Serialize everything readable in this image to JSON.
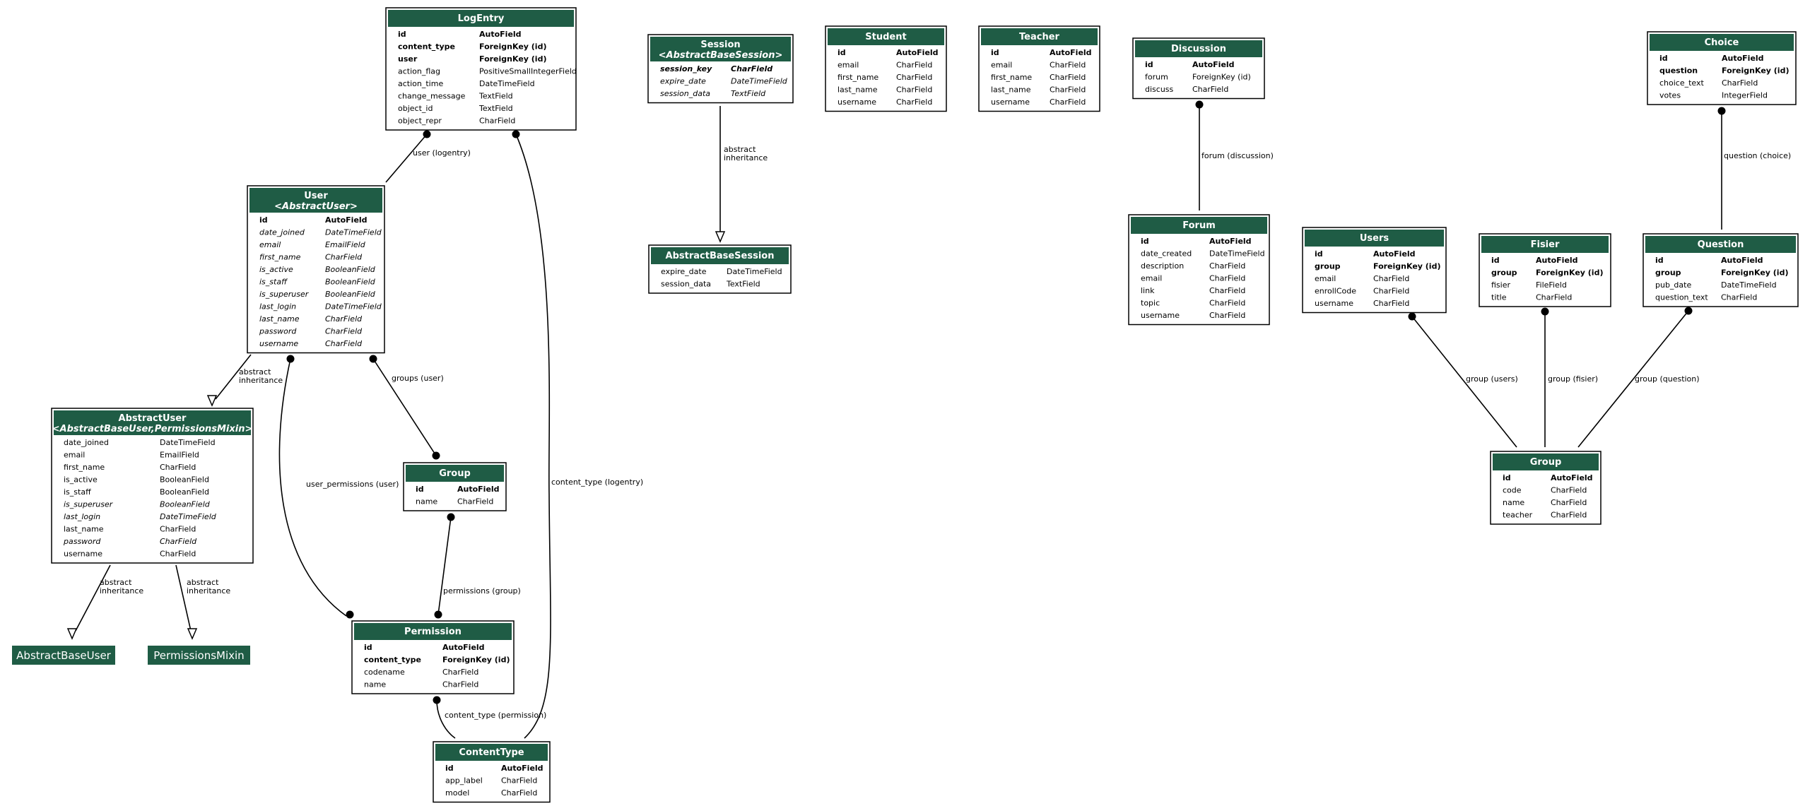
{
  "colors": {
    "header": "#1f5c45",
    "text_dim": "#7f7f7f"
  },
  "models": [
    {
      "key": "logentry",
      "title": "LogEntry",
      "fields": [
        {
          "n": "id",
          "t": "AutoField",
          "s": "b"
        },
        {
          "n": "content_type",
          "t": "ForeignKey (id)",
          "s": "bd"
        },
        {
          "n": "user",
          "t": "ForeignKey (id)",
          "s": "b"
        },
        {
          "n": "action_flag",
          "t": "PositiveSmallIntegerField",
          "s": ""
        },
        {
          "n": "action_time",
          "t": "DateTimeField",
          "s": ""
        },
        {
          "n": "change_message",
          "t": "TextField",
          "s": "d"
        },
        {
          "n": "object_id",
          "t": "TextField",
          "s": "d"
        },
        {
          "n": "object_repr",
          "t": "CharField",
          "s": ""
        }
      ]
    },
    {
      "key": "session",
      "title": "Session",
      "subtitle": "<AbstractBaseSession>",
      "fields": [
        {
          "n": "session_key",
          "t": "CharField",
          "s": "bi"
        },
        {
          "n": "expire_date",
          "t": "DateTimeField",
          "s": "i"
        },
        {
          "n": "session_data",
          "t": "TextField",
          "s": "i"
        }
      ]
    },
    {
      "key": "abstractbasesession",
      "title": "AbstractBaseSession",
      "fields": [
        {
          "n": "expire_date",
          "t": "DateTimeField",
          "s": ""
        },
        {
          "n": "session_data",
          "t": "TextField",
          "s": ""
        }
      ]
    },
    {
      "key": "student",
      "title": "Student",
      "fields": [
        {
          "n": "id",
          "t": "AutoField",
          "s": "b"
        },
        {
          "n": "email",
          "t": "CharField",
          "s": ""
        },
        {
          "n": "first_name",
          "t": "CharField",
          "s": ""
        },
        {
          "n": "last_name",
          "t": "CharField",
          "s": ""
        },
        {
          "n": "username",
          "t": "CharField",
          "s": ""
        }
      ]
    },
    {
      "key": "teacher",
      "title": "Teacher",
      "fields": [
        {
          "n": "id",
          "t": "AutoField",
          "s": "b"
        },
        {
          "n": "email",
          "t": "CharField",
          "s": ""
        },
        {
          "n": "first_name",
          "t": "CharField",
          "s": ""
        },
        {
          "n": "last_name",
          "t": "CharField",
          "s": ""
        },
        {
          "n": "username",
          "t": "CharField",
          "s": ""
        }
      ]
    },
    {
      "key": "discussion",
      "title": "Discussion",
      "fields": [
        {
          "n": "id",
          "t": "AutoField",
          "s": "b"
        },
        {
          "n": "forum",
          "t": "ForeignKey (id)",
          "s": "d"
        },
        {
          "n": "discuss",
          "t": "CharField",
          "s": ""
        }
      ]
    },
    {
      "key": "choice",
      "title": "Choice",
      "fields": [
        {
          "n": "id",
          "t": "AutoField",
          "s": "b"
        },
        {
          "n": "question",
          "t": "ForeignKey (id)",
          "s": "b"
        },
        {
          "n": "choice_text",
          "t": "CharField",
          "s": ""
        },
        {
          "n": "votes",
          "t": "IntegerField",
          "s": ""
        }
      ]
    },
    {
      "key": "user",
      "title": "User",
      "subtitle": "<AbstractUser>",
      "fields": [
        {
          "n": "id",
          "t": "AutoField",
          "s": "b"
        },
        {
          "n": "date_joined",
          "t": "DateTimeField",
          "s": "i"
        },
        {
          "n": "email",
          "t": "EmailField",
          "s": "di"
        },
        {
          "n": "first_name",
          "t": "CharField",
          "s": "di"
        },
        {
          "n": "is_active",
          "t": "BooleanField",
          "s": "i"
        },
        {
          "n": "is_staff",
          "t": "BooleanField",
          "s": "i"
        },
        {
          "n": "is_superuser",
          "t": "BooleanField",
          "s": "i"
        },
        {
          "n": "last_login",
          "t": "DateTimeField",
          "s": "di"
        },
        {
          "n": "last_name",
          "t": "CharField",
          "s": "di"
        },
        {
          "n": "password",
          "t": "CharField",
          "s": "i"
        },
        {
          "n": "username",
          "t": "CharField",
          "s": "i"
        }
      ]
    },
    {
      "key": "forum",
      "title": "Forum",
      "fields": [
        {
          "n": "id",
          "t": "AutoField",
          "s": "b"
        },
        {
          "n": "date_created",
          "t": "DateTimeField",
          "s": "d"
        },
        {
          "n": "description",
          "t": "CharField",
          "s": "d"
        },
        {
          "n": "email",
          "t": "CharField",
          "s": ""
        },
        {
          "n": "link",
          "t": "CharField",
          "s": ""
        },
        {
          "n": "topic",
          "t": "CharField",
          "s": ""
        },
        {
          "n": "username",
          "t": "CharField",
          "s": ""
        }
      ]
    },
    {
      "key": "users",
      "title": "Users",
      "fields": [
        {
          "n": "id",
          "t": "AutoField",
          "s": "b"
        },
        {
          "n": "group",
          "t": "ForeignKey (id)",
          "s": "bd"
        },
        {
          "n": "email",
          "t": "CharField",
          "s": ""
        },
        {
          "n": "enrollCode",
          "t": "CharField",
          "s": ""
        },
        {
          "n": "username",
          "t": "CharField",
          "s": ""
        }
      ]
    },
    {
      "key": "fisier",
      "title": "Fisier",
      "fields": [
        {
          "n": "id",
          "t": "AutoField",
          "s": "b"
        },
        {
          "n": "group",
          "t": "ForeignKey (id)",
          "s": "bd"
        },
        {
          "n": "fisier",
          "t": "FileField",
          "s": ""
        },
        {
          "n": "title",
          "t": "CharField",
          "s": "d"
        }
      ]
    },
    {
      "key": "question",
      "title": "Question",
      "fields": [
        {
          "n": "id",
          "t": "AutoField",
          "s": "b"
        },
        {
          "n": "group",
          "t": "ForeignKey (id)",
          "s": "bd"
        },
        {
          "n": "pub_date",
          "t": "DateTimeField",
          "s": ""
        },
        {
          "n": "question_text",
          "t": "CharField",
          "s": ""
        }
      ]
    },
    {
      "key": "abstractuser",
      "title": "AbstractUser",
      "subtitle": "<AbstractBaseUser,PermissionsMixin>",
      "fields": [
        {
          "n": "date_joined",
          "t": "DateTimeField",
          "s": ""
        },
        {
          "n": "email",
          "t": "EmailField",
          "s": "d"
        },
        {
          "n": "first_name",
          "t": "CharField",
          "s": "d"
        },
        {
          "n": "is_active",
          "t": "BooleanField",
          "s": ""
        },
        {
          "n": "is_staff",
          "t": "BooleanField",
          "s": ""
        },
        {
          "n": "is_superuser",
          "t": "BooleanField",
          "s": "i"
        },
        {
          "n": "last_login",
          "t": "DateTimeField",
          "s": "di"
        },
        {
          "n": "last_name",
          "t": "CharField",
          "s": "d"
        },
        {
          "n": "password",
          "t": "CharField",
          "s": "i"
        },
        {
          "n": "username",
          "t": "CharField",
          "s": ""
        }
      ]
    },
    {
      "key": "group_auth",
      "title": "Group",
      "fields": [
        {
          "n": "id",
          "t": "AutoField",
          "s": "b"
        },
        {
          "n": "name",
          "t": "CharField",
          "s": ""
        }
      ]
    },
    {
      "key": "group_app",
      "title": "Group",
      "fields": [
        {
          "n": "id",
          "t": "AutoField",
          "s": "b"
        },
        {
          "n": "code",
          "t": "CharField",
          "s": ""
        },
        {
          "n": "name",
          "t": "CharField",
          "s": ""
        },
        {
          "n": "teacher",
          "t": "CharField",
          "s": ""
        }
      ]
    },
    {
      "key": "permission",
      "title": "Permission",
      "fields": [
        {
          "n": "id",
          "t": "AutoField",
          "s": "b"
        },
        {
          "n": "content_type",
          "t": "ForeignKey (id)",
          "s": "b"
        },
        {
          "n": "codename",
          "t": "CharField",
          "s": ""
        },
        {
          "n": "name",
          "t": "CharField",
          "s": ""
        }
      ]
    },
    {
      "key": "contenttype",
      "title": "ContentType",
      "fields": [
        {
          "n": "id",
          "t": "AutoField",
          "s": "b"
        },
        {
          "n": "app_label",
          "t": "CharField",
          "s": ""
        },
        {
          "n": "model",
          "t": "CharField",
          "s": ""
        }
      ]
    }
  ],
  "standalone": [
    {
      "key": "abstractbaseuser",
      "title": "AbstractBaseUser"
    },
    {
      "key": "permissionsmixin",
      "title": "PermissionsMixin"
    }
  ],
  "edges": [
    {
      "key": "user_logentry",
      "label": "user (logentry)"
    },
    {
      "key": "contenttype_logentry",
      "label": "content_type (logentry)"
    },
    {
      "key": "session_inherit",
      "label": [
        "abstract",
        "inheritance"
      ]
    },
    {
      "key": "user_inherit",
      "label": [
        "abstract",
        "inheritance"
      ]
    },
    {
      "key": "abstractuser_inherit_base",
      "label": [
        "abstract",
        "inheritance"
      ]
    },
    {
      "key": "abstractuser_inherit_mixin",
      "label": [
        "abstract",
        "inheritance"
      ]
    },
    {
      "key": "user_permissions",
      "label": "user_permissions (user)"
    },
    {
      "key": "groups_user",
      "label": "groups (user)"
    },
    {
      "key": "permissions_group",
      "label": "permissions (group)"
    },
    {
      "key": "contenttype_permission",
      "label": "content_type (permission)"
    },
    {
      "key": "forum_discussion",
      "label": "forum (discussion)"
    },
    {
      "key": "question_choice",
      "label": "question (choice)"
    },
    {
      "key": "group_users",
      "label": "group (users)"
    },
    {
      "key": "group_fisier",
      "label": "group (fisier)"
    },
    {
      "key": "group_question",
      "label": "group (question)"
    }
  ]
}
